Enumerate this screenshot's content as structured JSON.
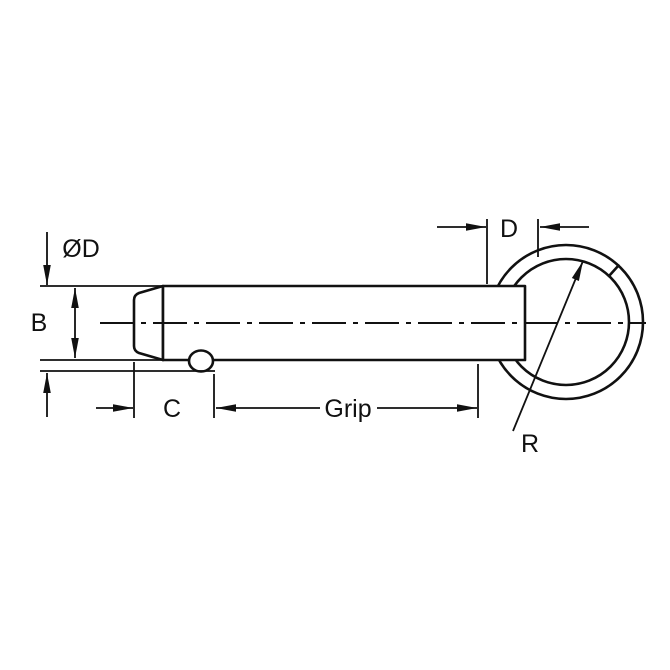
{
  "diagram": {
    "labels": {
      "od": "ØD",
      "b": "B",
      "c": "C",
      "grip": "Grip",
      "d": "D",
      "r": "R"
    },
    "colors": {
      "line": "#111111",
      "background": "#ffffff"
    }
  }
}
